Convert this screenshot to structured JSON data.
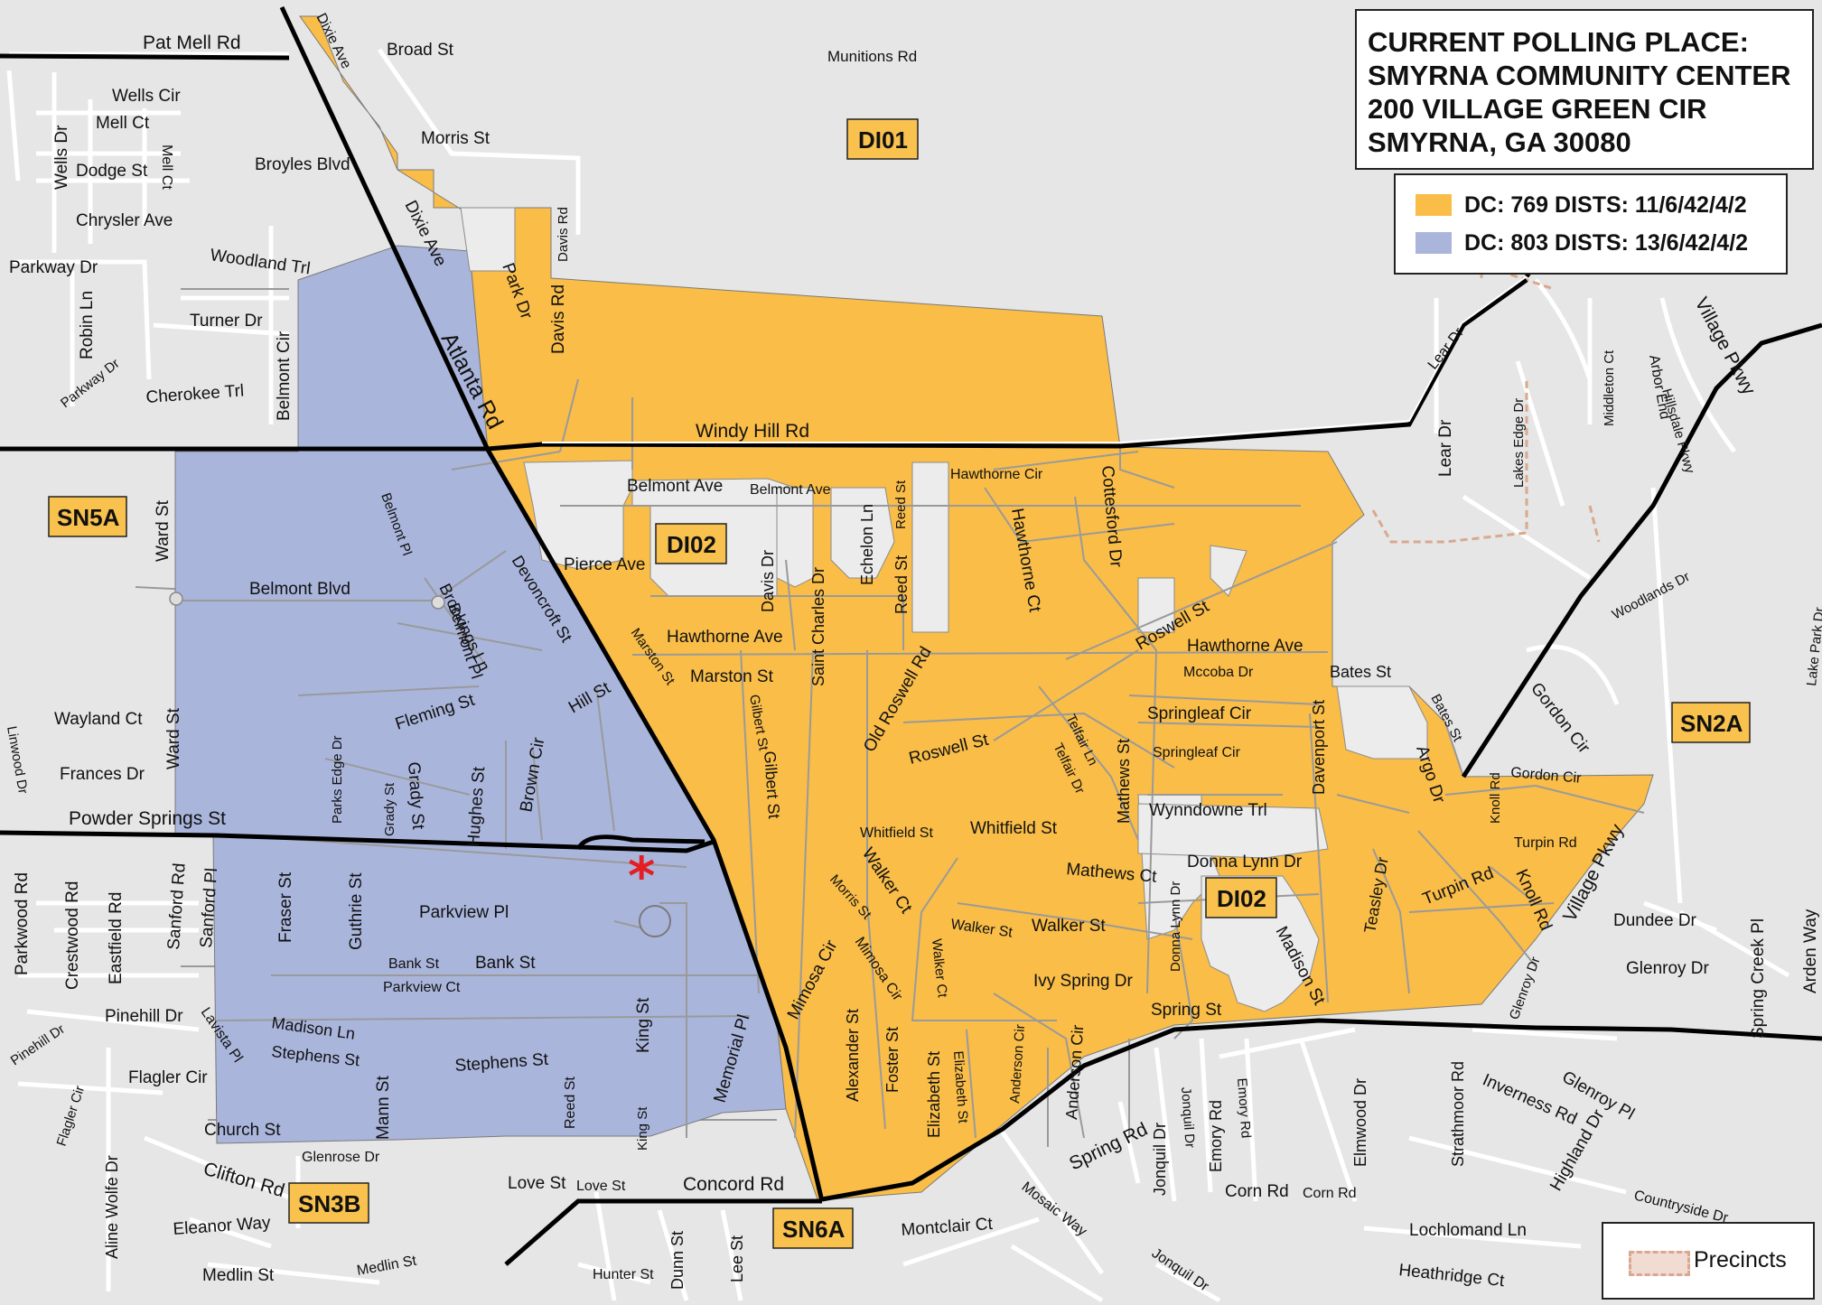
{
  "title": {
    "line1": "CURRENT POLLING PLACE:",
    "line2": "SMYRNA COMMUNITY CENTER",
    "line3": "200 VILLAGE GREEN CIR",
    "line4": "SMYRNA, GA  30080"
  },
  "legend": {
    "dc769": {
      "label": "DC: 769   DISTS: 11/6/42/4/2",
      "color": "#f9bd48"
    },
    "dc803": {
      "label": "DC: 803   DISTS: 13/6/42/4/2",
      "color": "#aab5db"
    },
    "precincts": "Precincts"
  },
  "precinct_labels": {
    "di01": "DI01",
    "di02_a": "DI02",
    "di02_b": "DI02",
    "sn5a": "SN5A",
    "sn2a": "SN2A",
    "sn3b": "SN3B",
    "sn6a": "SN6A"
  },
  "streets": {
    "pat_mell_rd": "Pat Mell Rd",
    "broad_st": "Broad St",
    "munitions_rd": "Munitions Rd",
    "dixie_ave_top": "Dixie Ave",
    "dixie_ave": "Dixie Ave",
    "wells_cir": "Wells Cir",
    "mell_ct": "Mell Ct",
    "wells_dr": "Wells Dr",
    "dodge_st": "Dodge St",
    "mell_ct_v": "Mell Ct",
    "morris_st_top": "Morris St",
    "broyles_blvd": "Broyles Blvd",
    "chrysler_ave": "Chrysler Ave",
    "davis_rd_1": "Davis Rd",
    "davis_rd_2": "Davis Rd",
    "park_dr": "Park Dr",
    "woodland_trl": "Woodland Trl",
    "parkway_dr": "Parkway Dr",
    "robin_ln": "Robin Ln",
    "turner_dr": "Turner Dr",
    "parkway_dr2": "Parkway Dr",
    "cherokee_trl": "Cherokee Trl",
    "belmont_cir": "Belmont Cir",
    "atlanta_rd": "Atlanta Rd",
    "windy_hill_rd": "Windy Hill Rd",
    "village_pkwy_top": "Village Pkwy",
    "lear_dr": "Lear Dr",
    "lear_dr2": "Lear Dr",
    "lakes_edge_dr": "Lakes Edge Dr",
    "middleton_ct": "Middleton Ct",
    "arbor_end": "Arbor End",
    "hillsdale_pkwy": "Hillsdale Pkwy",
    "ward_st": "Ward St",
    "belmont_pl": "Belmont Pl",
    "belmont_ave": "Belmont Ave",
    "belmont_ave2": "Belmont Ave",
    "reed_st_1": "Reed St",
    "hawthorne_cir": "Hawthorne Cir",
    "cottesford_dr": "Cottesford Dr",
    "pierce_ave": "Pierce Ave",
    "davis_dr": "Davis Dr",
    "echelon_ln": "Echelon Ln",
    "reed_st_2": "Reed St",
    "saint_charles_dr": "Saint Charles Dr",
    "hawthorne_ct": "Hawthorne Ct",
    "belmont_blvd": "Belmont Blvd",
    "brookings_ln": "Brookings Ln",
    "belmont_pl2": "Belmont Pl",
    "devoncroft_st": "Devoncroft St",
    "roswell_st": "Roswell St",
    "woodlands_dr": "Woodlands Dr",
    "lake_park_dr": "Lake Park Dr",
    "hawthorne_ave": "Hawthorne Ave",
    "hawthorne_ave2": "Hawthorne Ave",
    "marston_st": "Marston St",
    "marston_st2": "Marston St",
    "old_roswell_rd": "Old Roswell Rd",
    "mccoba_dr": "Mccoba Dr",
    "bates_st": "Bates St",
    "bates_st2": "Bates St",
    "gordon_cir": "Gordon Cir",
    "fleming_st": "Fleming St",
    "hill_st": "Hill St",
    "wayland_ct": "Wayland Ct",
    "ward_st2": "Ward St",
    "gilbert_st": "Gilbert St",
    "gilbert_st2": "Gilbert St",
    "roswell_st2": "Roswell St",
    "springleaf_cir": "Springleaf Cir",
    "springleaf_cir2": "Springleaf Cir",
    "telfair_ln": "Telfair Ln",
    "telfair_dr": "Telfair Dr",
    "mathews_st": "Mathews St",
    "davenport_st": "Davenport St",
    "argo_dr": "Argo Dr",
    "knoll_rd": "Knoll Rd",
    "gordon_cir2": "Gordon Cir",
    "frances_dr": "Frances Dr",
    "linwood_dr": "Linwood Dr",
    "parks_edge_dr": "Parks Edge Dr",
    "grady_st": "Grady St",
    "grady_st2": "Grady St",
    "hughes_st": "Hughes St",
    "brown_cir": "Brown Cir",
    "powder_springs_st": "Powder Springs St",
    "wynndowne_trl": "Wynndowne Trl",
    "whitfield_st": "Whitfield St",
    "whitfield_st2": "Whitfield St",
    "turpin_rd": "Turpin Rd",
    "turpin_rd2": "Turpin Rd",
    "village_pkwy": "Village Pkwy",
    "donna_lynn_dr": "Donna Lynn Dr",
    "teasley_dr": "Teasley Dr",
    "knoll_rd2": "Knoll Rd",
    "parkwood_rd": "Parkwood Rd",
    "crestwood_rd": "Crestwood Rd",
    "eastfield_rd": "Eastfield Rd",
    "sanford_rd": "Sanford Rd",
    "sanford_pl": "Sanford Pl",
    "fraser_st": "Fraser St",
    "guthrie_st": "Guthrie St",
    "parkview_pl": "Parkview Pl",
    "walker_ct": "Walker Ct",
    "morris_st": "Morris St",
    "mathews_ct": "Mathews Ct",
    "donna_lynn_dr2": "Donna Lynn Dr",
    "dundee_dr": "Dundee Dr",
    "walker_st": "Walker St",
    "walker_st2": "Walker St",
    "madison_st": "Madison St",
    "glenroy_dr": "Glenroy Dr",
    "spring_creek_pl": "Spring Creek Pl",
    "arden_way": "Arden Way",
    "bank_st": "Bank St",
    "bank_st2": "Bank St",
    "mimosa_cir": "Mimosa Cir",
    "mimosa_cir2": "Mimosa Cir",
    "walker_ct2": "Walker Ct",
    "parkview_ct": "Parkview Ct",
    "ivy_spring_dr": "Ivy Spring Dr",
    "spring_st": "Spring St",
    "glenroy_dr2": "Glenroy Dr",
    "pinehill_dr": "Pinehill Dr",
    "pinehill_dr2": "Pinehill Dr",
    "lavista_pl": "Lavista Pl",
    "madison_ln": "Madison Ln",
    "stephens_st": "Stephens St",
    "stephens_st2": "Stephens St",
    "king_st": "King St",
    "memorial_pl": "Memorial Pl",
    "alexander_st": "Alexander St",
    "foster_st": "Foster St",
    "elizabeth_st": "Elizabeth St",
    "elizabeth_st2": "Elizabeth St",
    "anderson_cir": "Anderson Cir",
    "anderson_cir2": "Anderson Cir",
    "flagler_cir": "Flagler Cir",
    "flagler_cir2": "Flagler Cir",
    "reed_st_3": "Reed St",
    "spring_rd": "Spring Rd",
    "glenroy_pl": "Glenroy Pl",
    "church_st": "Church St",
    "mann_st": "Mann St",
    "jonquil_dr": "Jonquil Dr",
    "jonquil_dr2": "Jonquil Dr",
    "emory_rd": "Emory Rd",
    "emory_rd2": "Emory Rd",
    "elmwood_dr": "Elmwood Dr",
    "strathmoor_rd": "Strathmoor Rd",
    "inverness_rd": "Inverness Rd",
    "highland_dr": "Highland Dr",
    "glenrose_dr": "Glenrose Dr",
    "aline_wolfe_dr": "Aline Wolfe Dr",
    "clifton_rd": "Clifton Rd",
    "king_st2": "King St",
    "love_st": "Love St",
    "love_st2": "Love St",
    "concord_rd": "Concord Rd",
    "corn_rd": "Corn Rd",
    "corn_rd2": "Corn Rd",
    "countryside_dr": "Countryside Dr",
    "eleanor_way": "Eleanor Way",
    "montclair_ct": "Montclair Ct",
    "mosaic_way": "Mosaic Way",
    "lochlomand_ln": "Lochlomand Ln",
    "dunn_st": "Dunn St",
    "lee_st": "Lee St",
    "medlin_st": "Medlin St",
    "medlin_st2": "Medlin St",
    "hunter_st": "Hunter St",
    "jonquil_dr3": "Jonquil Dr",
    "heathridge_ct": "Heathridge Ct"
  },
  "colors": {
    "background": "#e6e6e6",
    "dc769_fill": "#f9bd48",
    "dc803_fill": "#aab5db",
    "polling_marker": "#e31e24"
  },
  "markers": {
    "polling_place": "polling-place-asterisk-icon"
  }
}
